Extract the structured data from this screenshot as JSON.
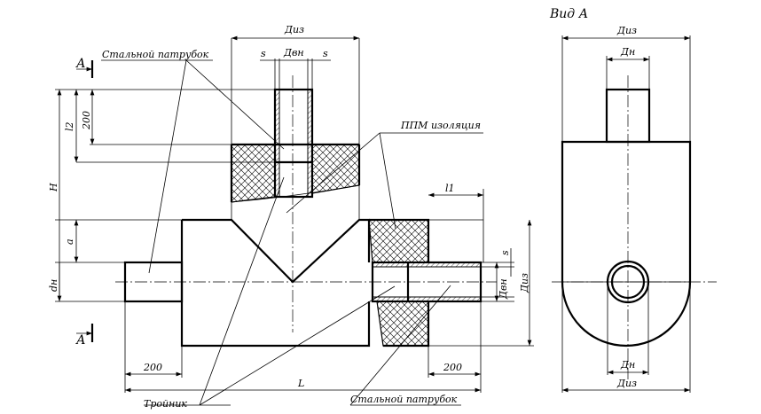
{
  "view_title": "Вид А",
  "labels": {
    "steel_pipe_top": "Стальной патрубок",
    "steel_pipe_bottom": "Стальной патрубок",
    "ppm_insulation": "ППМ изоляция",
    "tee": "Тройник",
    "section_mark": "А"
  },
  "dims": {
    "d_iz_top": "Диз",
    "s_left": "s",
    "d_vn_top": "Двн",
    "s_right": "s",
    "h": "H",
    "l2": "l2",
    "d200_vert": "200",
    "a": "a",
    "dn_left": "dн",
    "l1": "l1",
    "s_side": "s",
    "d_vn_side": "Двн",
    "d_iz_side": "Диз",
    "d200_left": "200",
    "d200_right": "200",
    "L": "L",
    "view_d_iz_top": "Диз",
    "view_dn_top": "Дн",
    "view_dn_bottom": "Дн",
    "view_d_iz_bottom": "Диз"
  }
}
